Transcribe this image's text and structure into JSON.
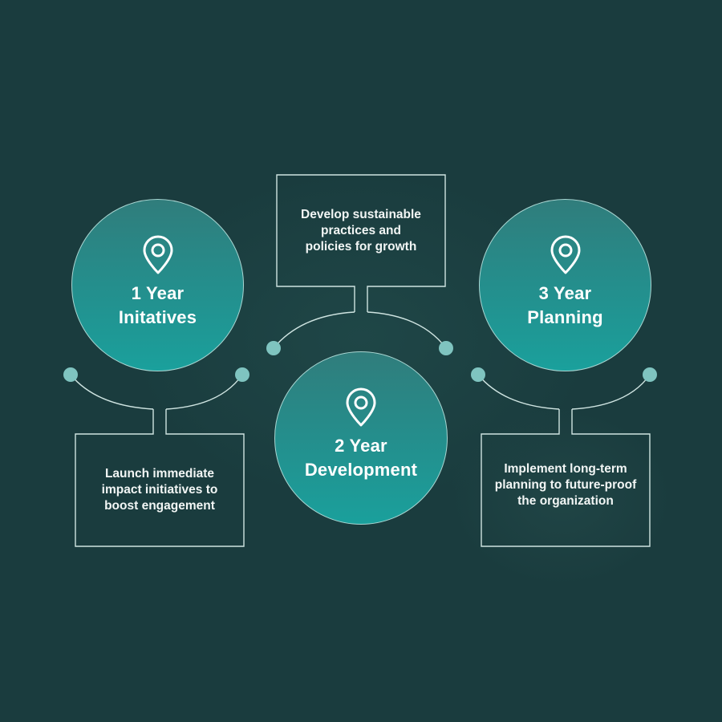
{
  "diagram": {
    "colors": {
      "background": "#1a3c3e",
      "circle_top": "#307d7c",
      "circle_bottom": "#1aa09c",
      "line": "#cfe4e1",
      "dot": "#7fc4c0",
      "text": "#ffffff"
    },
    "stages": [
      {
        "icon": "map-pin-icon",
        "title_line1": "1 Year",
        "title_line2": "Initatives",
        "description_line1": "Launch immediate",
        "description_line2": "impact initiatives to",
        "description_line3": "boost engagement"
      },
      {
        "icon": "map-pin-icon",
        "title_line1": "2 Year",
        "title_line2": "Development",
        "description_line1": "Develop sustainable",
        "description_line2": "practices and",
        "description_line3": "policies for growth"
      },
      {
        "icon": "map-pin-icon",
        "title_line1": "3 Year",
        "title_line2": "Planning",
        "description_line1": "Implement long-term",
        "description_line2": "planning to future-proof",
        "description_line3": "the organization"
      }
    ]
  }
}
